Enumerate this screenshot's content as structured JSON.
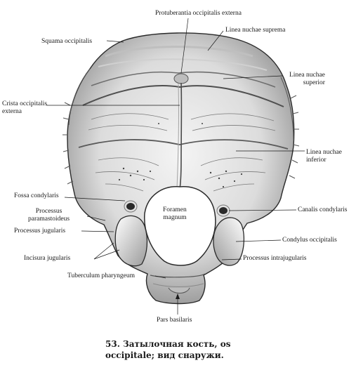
{
  "figure": {
    "caption_line1": "53. Затылочная кость, os",
    "caption_line2": "occipitale; вид снаружи."
  },
  "labels": {
    "protuberantia": "Protuberantia  occipitalis externa",
    "linea_suprema": "Linea nuchae suprema",
    "squama": "Squama occipitalis",
    "linea_superior_1": "Linea nuchae",
    "linea_superior_2": "superior",
    "crista_1": "Crista occipitalis",
    "crista_2": "externa",
    "linea_inferior_1": "Linea nuchae",
    "linea_inferior_2": "inferior",
    "fossa": "Fossa condylaris",
    "foramen_1": "Foramen",
    "foramen_2": "magnum",
    "canalis": "Canalis condylaris",
    "paramast_1": "Processus",
    "paramast_2": "paramastoideus",
    "jugularis": "Processus jugularis",
    "condylus": "Condylus occipitalis",
    "incisura": "Incisura jugularis",
    "intrajug": "Processus intrajugularis",
    "tuberculum": "Tuberculum pharyngeum",
    "pars": "Pars basilaris"
  }
}
